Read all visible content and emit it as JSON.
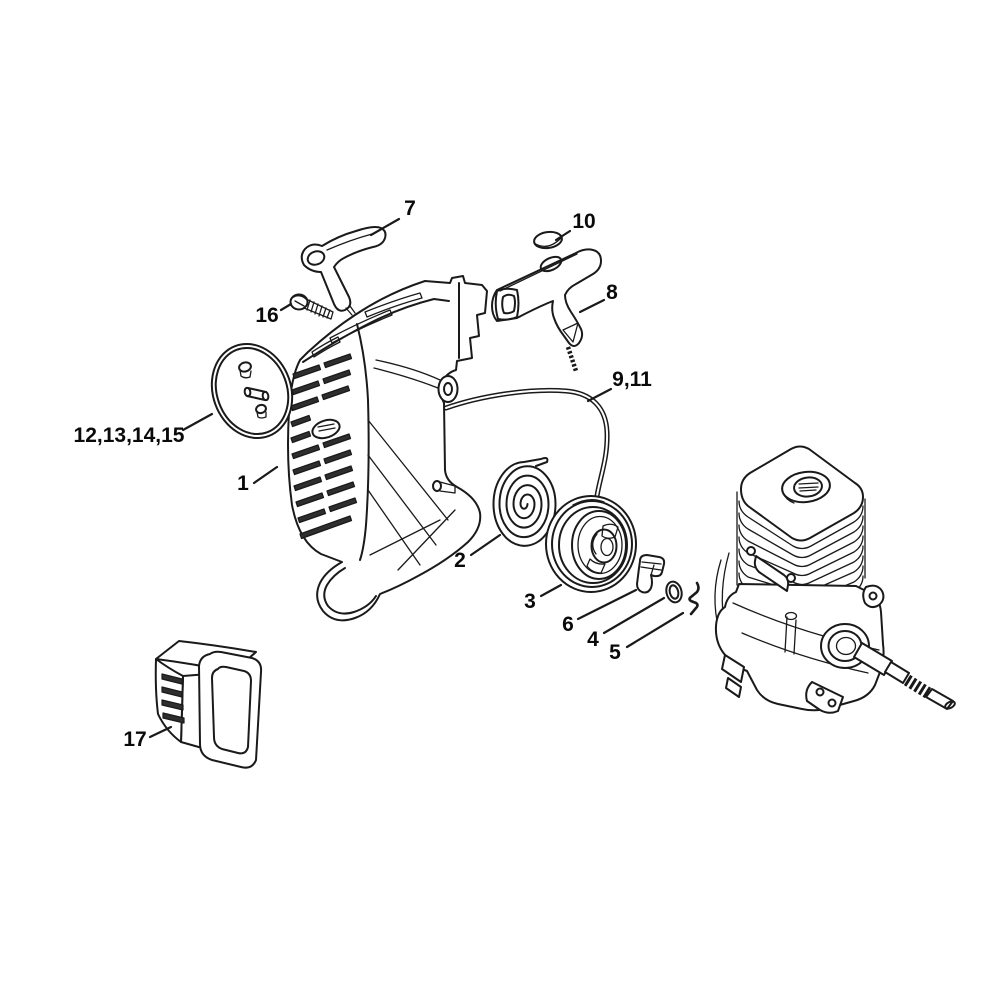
{
  "figure": {
    "kind": "exploded-parts-diagram",
    "background_color": "#ffffff",
    "line_color": "#1a1a1a"
  },
  "callouts": [
    {
      "label": "7",
      "part": "starter-grip"
    },
    {
      "label": "10",
      "part": "cap"
    },
    {
      "label": "8",
      "part": "starter-handle"
    },
    {
      "label": "16",
      "part": "pan-head-screw"
    },
    {
      "label": "12,13,14,15",
      "part": "starter-cover-disc-set"
    },
    {
      "label": "1",
      "part": "starter-housing"
    },
    {
      "label": "9,11",
      "part": "starter-rope"
    },
    {
      "label": "2",
      "part": "rewind-spring"
    },
    {
      "label": "3",
      "part": "rope-rotor"
    },
    {
      "label": "6",
      "part": "starter-pawl"
    },
    {
      "label": "4",
      "part": "washer"
    },
    {
      "label": "5",
      "part": "spring-clip"
    },
    {
      "label": "17",
      "part": "air-guide-cover"
    }
  ]
}
